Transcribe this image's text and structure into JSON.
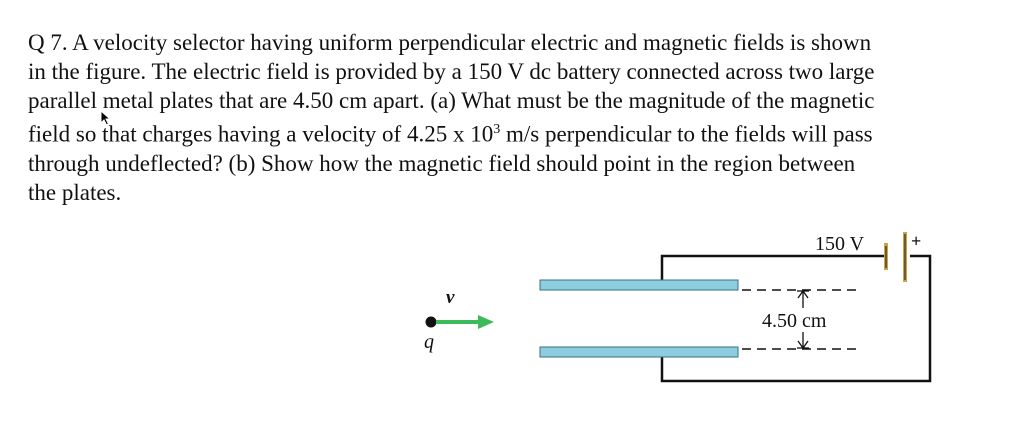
{
  "question": {
    "lines": [
      "Q 7. A velocity selector having uniform perpendicular electric and magnetic fields is shown",
      "in the figure. The electric field is provided by a 150 V dc battery connected across two large",
      "parallel metal plates that are 4.50 cm apart. (a) What must be the magnitude of the magnetic",
      "field so that charges having a velocity of 4.25 x 10",
      "through undeflected? (b) Show how the magnetic field should point in the region between",
      "the plates."
    ],
    "line4_exponent": "3",
    "line4_suffix": " m/s perpendicular to the fields will pass"
  },
  "figure": {
    "battery_label": "150 V",
    "battery_plus": "+",
    "gap_label": "4.50 cm",
    "velocity_symbol": "v⃗",
    "charge_label": "q",
    "colors": {
      "plate": "#8ecde0",
      "arrow": "#3dbb5a",
      "battery": "#c9a24a"
    }
  }
}
